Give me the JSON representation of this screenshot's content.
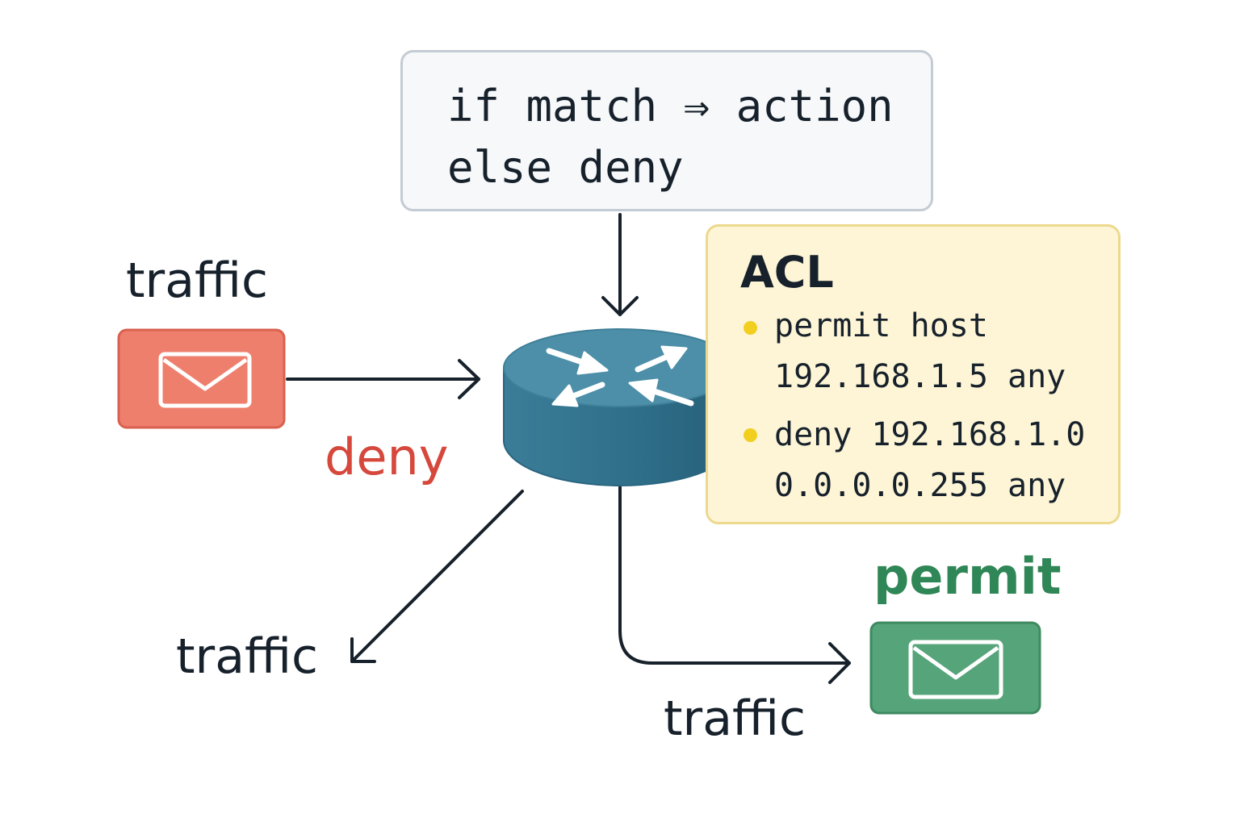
{
  "rule": {
    "line1": "if match ⇒ action",
    "line2": "else deny"
  },
  "acl": {
    "title": "ACL",
    "entries": [
      {
        "line1": "permit host",
        "line2": "192.168.1.5 any"
      },
      {
        "line1": "deny 192.168.1.0",
        "line2": "0.0.0.0.255 any"
      }
    ]
  },
  "labels": {
    "traffic_in": "traffic",
    "traffic_out_denied": "traffic",
    "traffic_out_permitted": "traffic",
    "deny": "deny",
    "permit": "permit"
  },
  "icons": {
    "incoming": "envelope-icon",
    "outgoing": "envelope-icon",
    "router": "router-icon"
  },
  "colors": {
    "deny": "#d6473c",
    "permit": "#2f8656",
    "incoming_envelope_fill": "#ee7f6d",
    "permitted_envelope_fill": "#56a47a",
    "router_body": "#3a7b96",
    "router_top": "#4d8fa9",
    "acl_background": "#fdf5d6",
    "acl_bullet": "#f2cf1e",
    "rule_background": "#f6f8fa",
    "ink": "#17212b"
  }
}
